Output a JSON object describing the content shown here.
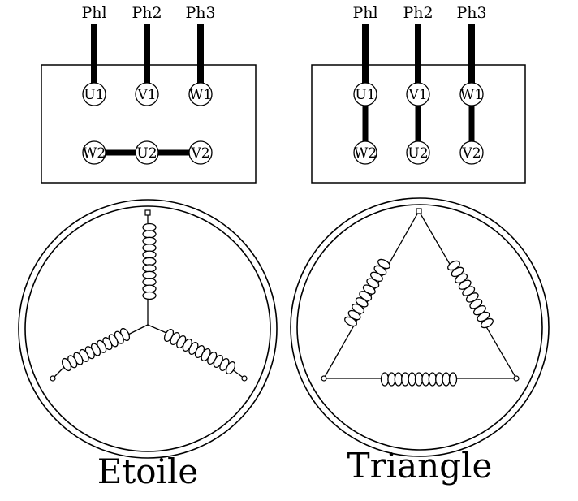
{
  "star": {
    "phases": [
      "Phl",
      "Ph2",
      "Ph3"
    ],
    "top_terminals": [
      "U1",
      "V1",
      "W1"
    ],
    "bottom_terminals": [
      "W2",
      "U2",
      "V2"
    ],
    "caption": "Etoile"
  },
  "delta": {
    "phases": [
      "Phl",
      "Ph2",
      "Ph3"
    ],
    "top_terminals": [
      "U1",
      "V1",
      "W1"
    ],
    "bottom_terminals": [
      "W2",
      "U2",
      "V2"
    ],
    "caption": "Triangle"
  }
}
